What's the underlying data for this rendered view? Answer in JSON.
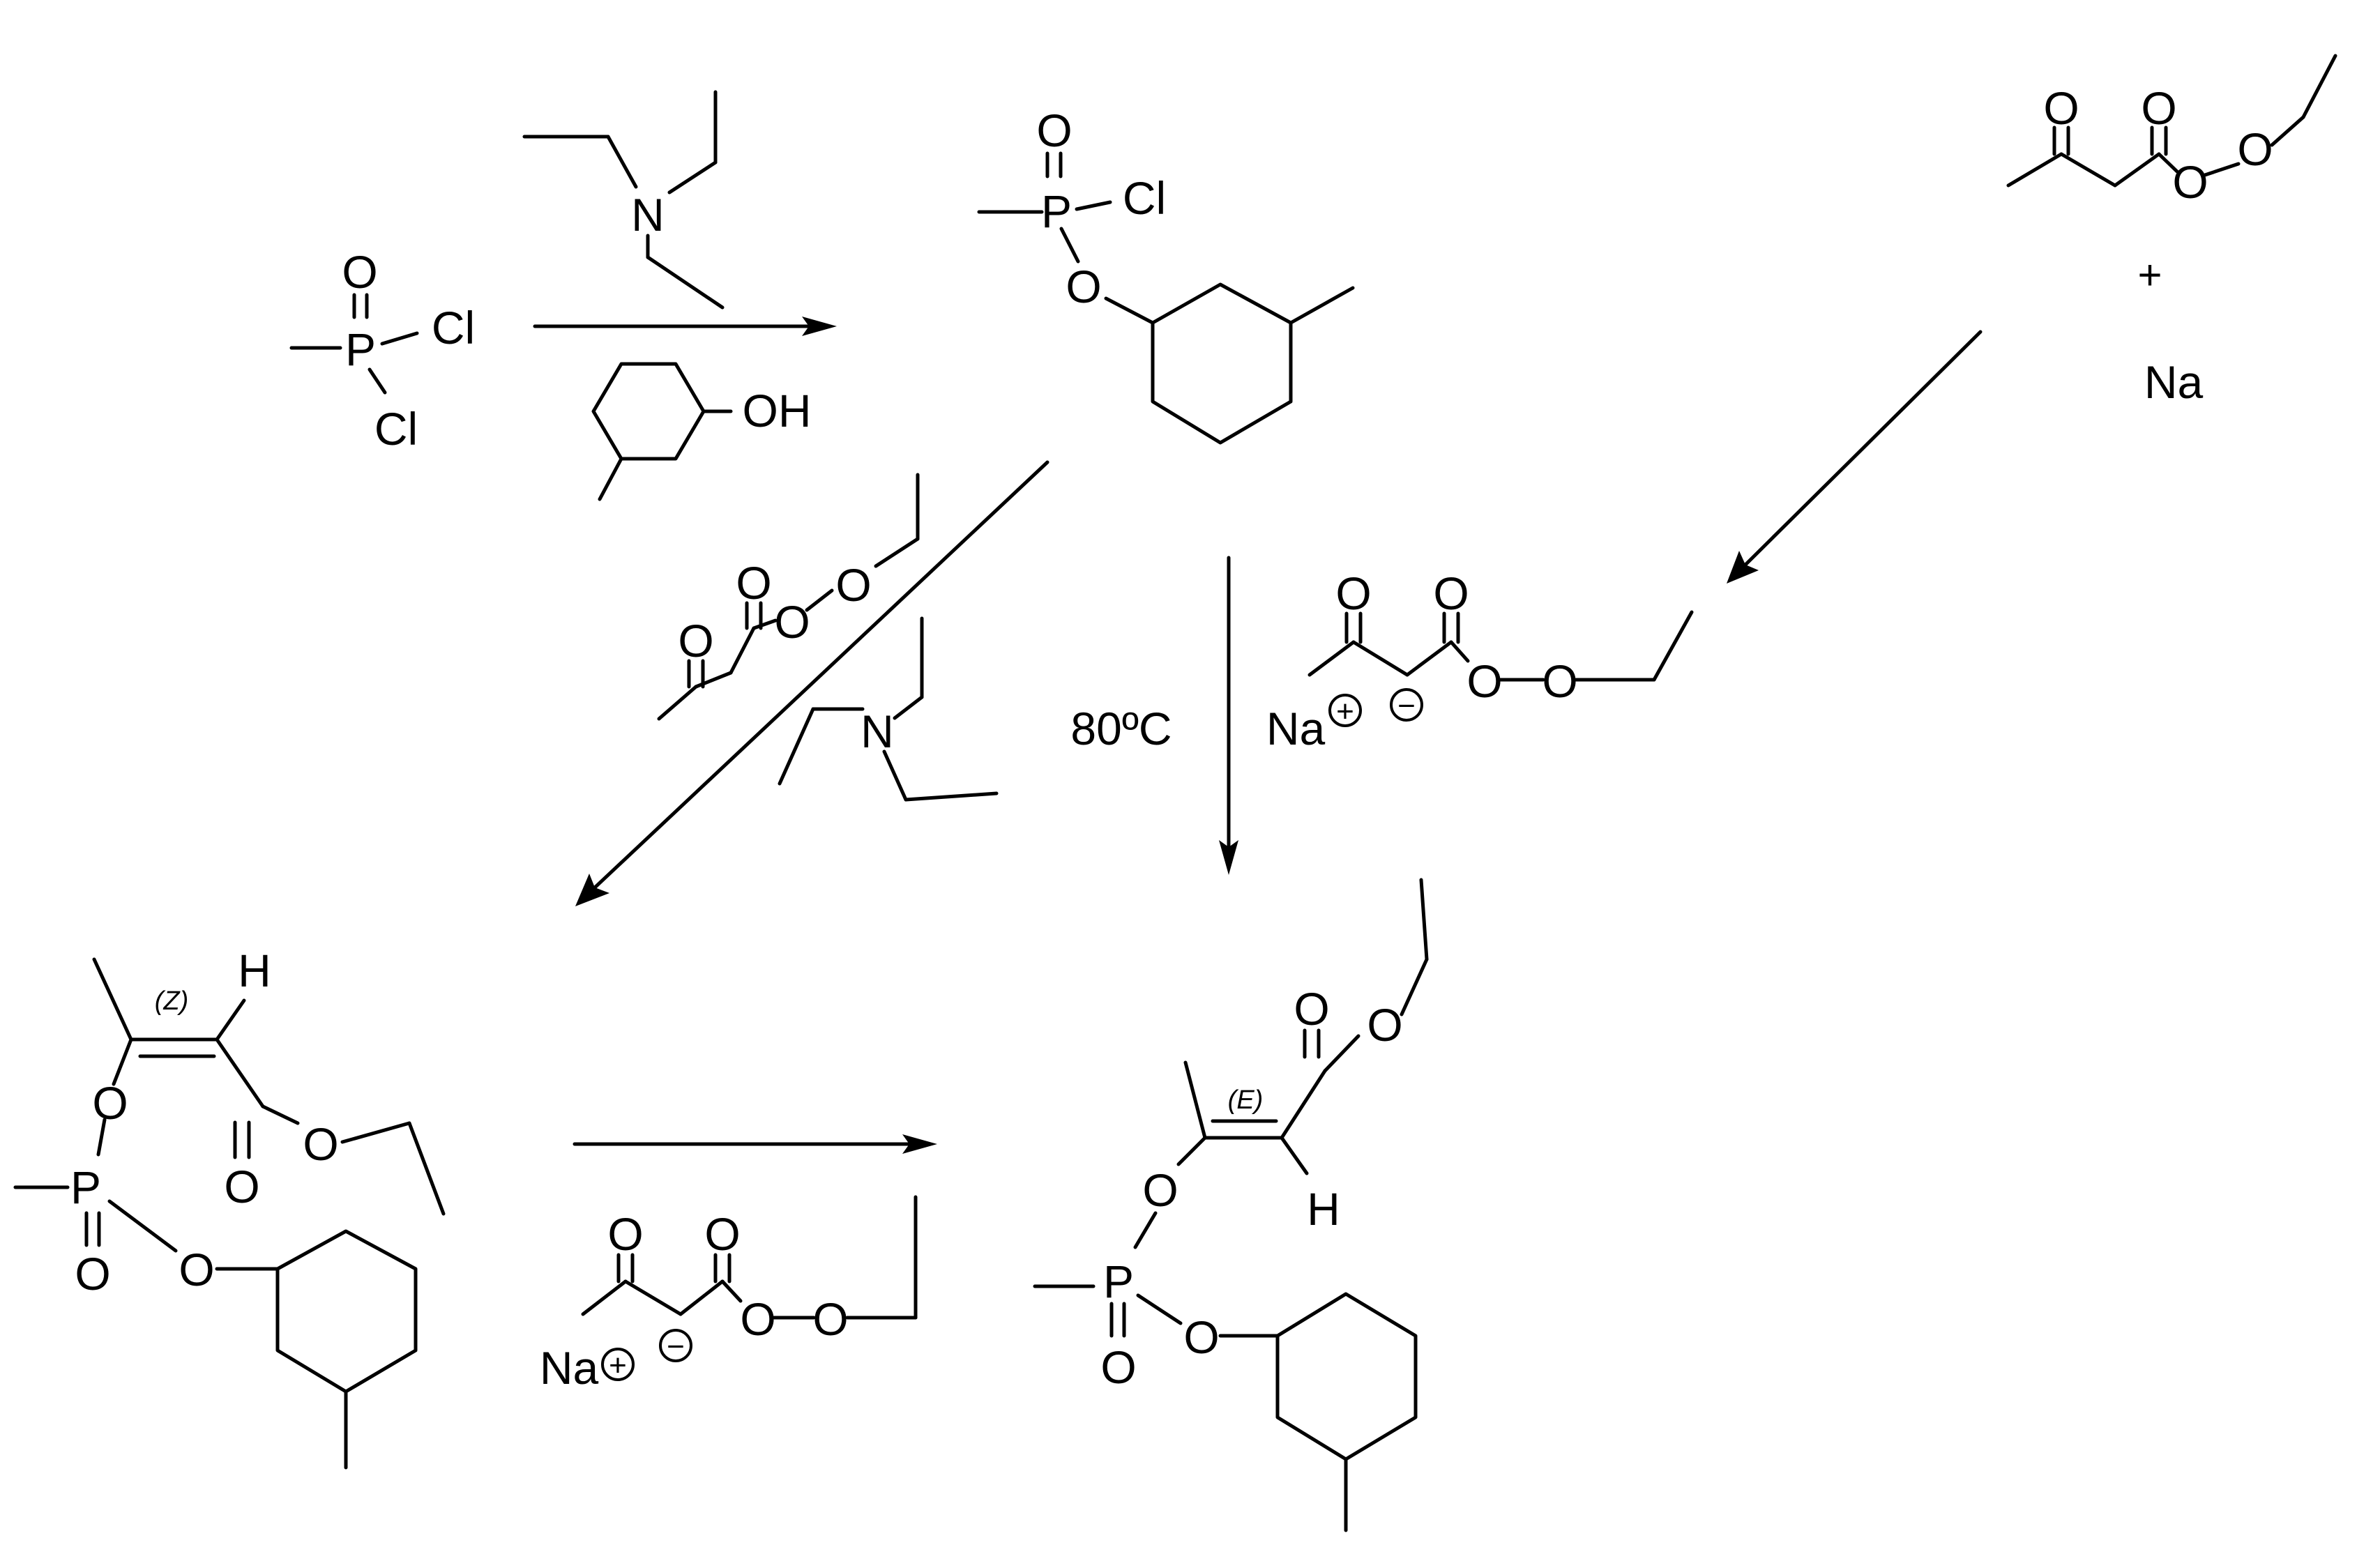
{
  "atoms": {
    "O": "O",
    "P": "P",
    "Cl": "Cl",
    "N": "N",
    "OH": "OH",
    "H": "H",
    "Na": "Na"
  },
  "charges": {
    "plus": "+",
    "minus": "−"
  },
  "plus_sign": "+",
  "condition_temperature": "80ºC",
  "stereo": {
    "z": "(Z)",
    "e": "(E)"
  }
}
